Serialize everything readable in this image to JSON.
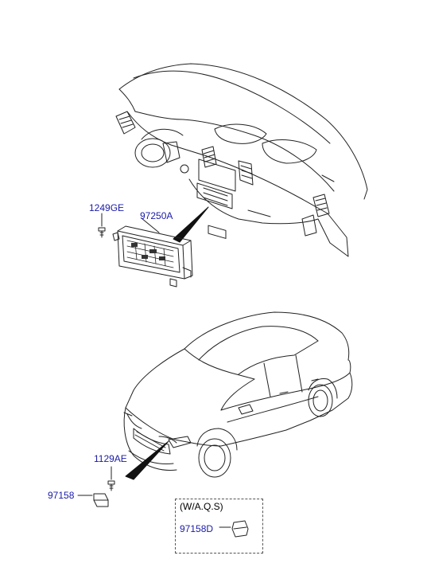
{
  "diagram": {
    "labels": {
      "screw_dash": "1249GE",
      "climate_control": "97250A",
      "screw_front": "1129AE",
      "sensor": "97158",
      "sensor_aqs": "97158D"
    },
    "note": "(W/A.Q.S)"
  },
  "colors": {
    "line": "#222222",
    "label": "#1a1aa8"
  }
}
